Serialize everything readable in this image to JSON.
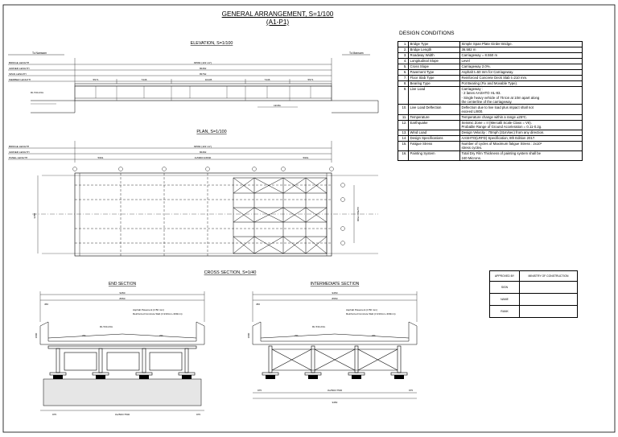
{
  "title": {
    "main": "GENERAL ARRANGEMENT, S=1/100",
    "sub": "(A1-P1)"
  },
  "elevation": {
    "heading": "ELEVATION, S=1/100",
    "left_end": "To Namsam",
    "right_end": "To Mansam",
    "rows": [
      "BRIDGE LENGTH",
      "GIRDER LENGTH",
      "SPAN LENGTH",
      "MEMBER LENGTH"
    ],
    "bridge_length": "36582 (119'-11\")",
    "girder_length": "36462",
    "span_length": "35762",
    "members": [
      "5571",
      "7446",
      "10445",
      "7446",
      "5571"
    ],
    "rl": "RL 534.23m",
    "level": "LEVEL"
  },
  "plan": {
    "heading": "PLAN, S=1/100",
    "rows": [
      "BRIDGE LENGTH",
      "GIRDER LENGTH",
      "PANEL LENGTH"
    ],
    "bridge_length": "36582 (119'-11\")",
    "girder_length": "36462",
    "panels": [
      "5961",
      "4x5960=23840",
      "5961"
    ],
    "width_dim": "9450",
    "side_dim": "3x2500=7500"
  },
  "cross": {
    "heading": "CROSS SECTION, S=1/40",
    "end": {
      "heading": "END SECTION",
      "overall": "9450",
      "carriageway": "8550",
      "edge": "450",
      "pavement": "Asphalt Pavement (t=50 mm)",
      "slab": "Reinforced Concrete Slab (t=210mm~300mm)",
      "rl": "RL 534.23m",
      "slope": "2%",
      "depth": "1800",
      "side": "975",
      "bottom": "3x2500=7500"
    },
    "inter": {
      "heading": "INTERMEDIATE SECTION",
      "overall": "9450",
      "carriageway": "8550",
      "edge": "450",
      "pavement": "Asphalt Pavement (t=50 mm)",
      "slab": "Reinforced Concrete Slab (t=210mm~300mm)",
      "rl": "RL 534.23m",
      "slope": "2%",
      "depth": "1800",
      "side": "975",
      "bottom": "3x2500=7500",
      "total": "9450"
    }
  },
  "design_conditions": {
    "heading": "DESIGN CONDITIONS",
    "rows": [
      {
        "no": "1.",
        "item": "Bridge Type",
        "value": "Simple Span Plate Girder Bridge."
      },
      {
        "no": "2.",
        "item": "Bridge Length",
        "value": "36.582 m"
      },
      {
        "no": "3.",
        "item": "Roadway Width",
        "value": "Carriageway = 8.550 m"
      },
      {
        "no": "4.",
        "item": "Longitudinal Slope",
        "value": "Level"
      },
      {
        "no": "5.",
        "item": "Cross Slope",
        "value": "Carriageway 2.0%."
      },
      {
        "no": "6.",
        "item": "Pavement Type",
        "value": "Asphalt t=50 mm for Carriageway."
      },
      {
        "no": "7.",
        "item": "Floor Slab Type",
        "value": "Reinforced Concrete Deck Slab t=210 mm."
      },
      {
        "no": "8.",
        "item": "Bearing Type",
        "value": "Pot Bearing (Fix and Movable Type)."
      },
      {
        "no": "9.",
        "item": "Live Load",
        "value": "Carriageway :\n- 2 lanes AASHTO HL-93.\n- Single heavy vehicle of 75 ton at 10m apart along\n  the centerline of the carriageway."
      },
      {
        "no": "10.",
        "item": "Live Load Deflection",
        "value": "Deflection due to live load plus impact shall not\nexceed L/800."
      },
      {
        "no": "11.",
        "item": "Temperature",
        "value": "Temperature change within a range ±25ºC."
      },
      {
        "no": "12.",
        "item": "Earthquake",
        "value": "Seismic Zone = II (Mercalli Scale Class = VII).\nProbable Range of Ground Acceleration = 0.11-0.2g."
      },
      {
        "no": "13.",
        "item": "Wind Load",
        "value": "Design Velocity : 70mph (31m/sec) from any direction."
      },
      {
        "no": "14.",
        "item": "Design Specifications",
        "value": "AASHTO(LRFD) Specification, 8th Edition 2017."
      },
      {
        "no": "15.",
        "item": "Fatigue Stress",
        "value": "Number of cycles of Maximum fatigue Stress : 2x10⁶\nstress cycles."
      },
      {
        "no": "16.",
        "item": "Painting System",
        "value": "Total Dry Film Thickness of painting system shall be\n240 Microns."
      }
    ]
  },
  "approval": {
    "approved_by": "APPROVED BY",
    "ministry": "MINISTRY OF CONSTRUCTION",
    "rows": [
      "SIGN",
      "NAME",
      "RANK"
    ]
  }
}
